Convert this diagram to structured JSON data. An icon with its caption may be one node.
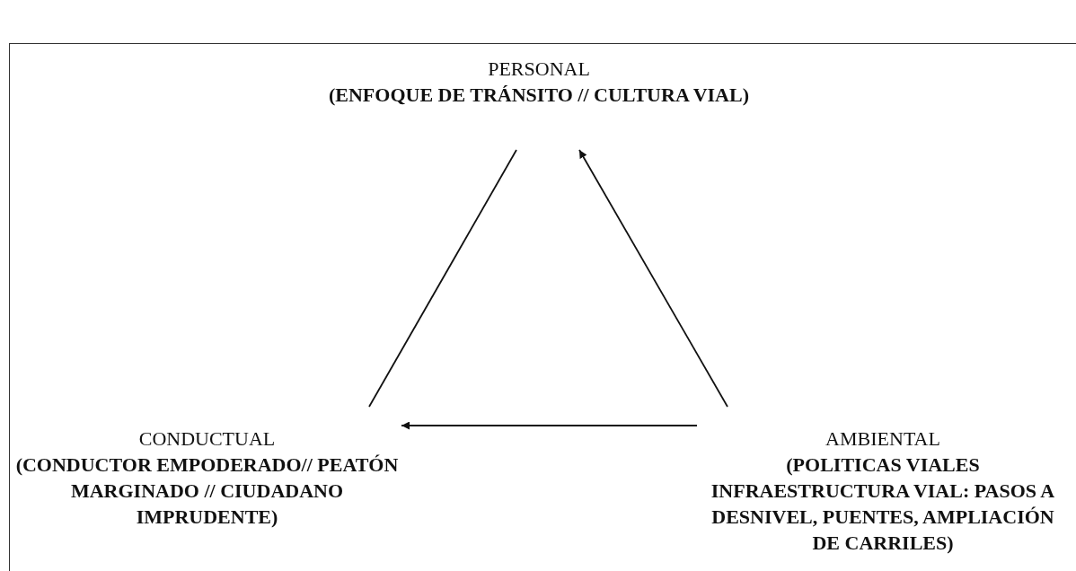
{
  "diagram": {
    "nodes": [
      {
        "text": [
          "PERSONAL",
          "(ENFOQUE DE TRÁNSITO // CULTURA VIAL)"
        ]
      },
      {
        "text": [
          "CONDUCTUAL",
          "(CONDUCTOR EMPODERADO// PEATÓN MARGINADO // CIUDADANO IMPRUDENTE)"
        ]
      },
      {
        "text": [
          "AMBIENTAL",
          "(POLITICAS VIALES INFRAESTRUCTURA VIAL: PASOS A DESNIVEL, PUENTES, AMPLIACIÓN DE CARRILES)"
        ]
      }
    ],
    "edges": [
      {
        "from": 0,
        "to": 1,
        "arrow": "none"
      },
      {
        "from": 2,
        "to": 0,
        "arrow": "to"
      },
      {
        "from": 2,
        "to": 1,
        "arrow": "to"
      }
    ]
  }
}
